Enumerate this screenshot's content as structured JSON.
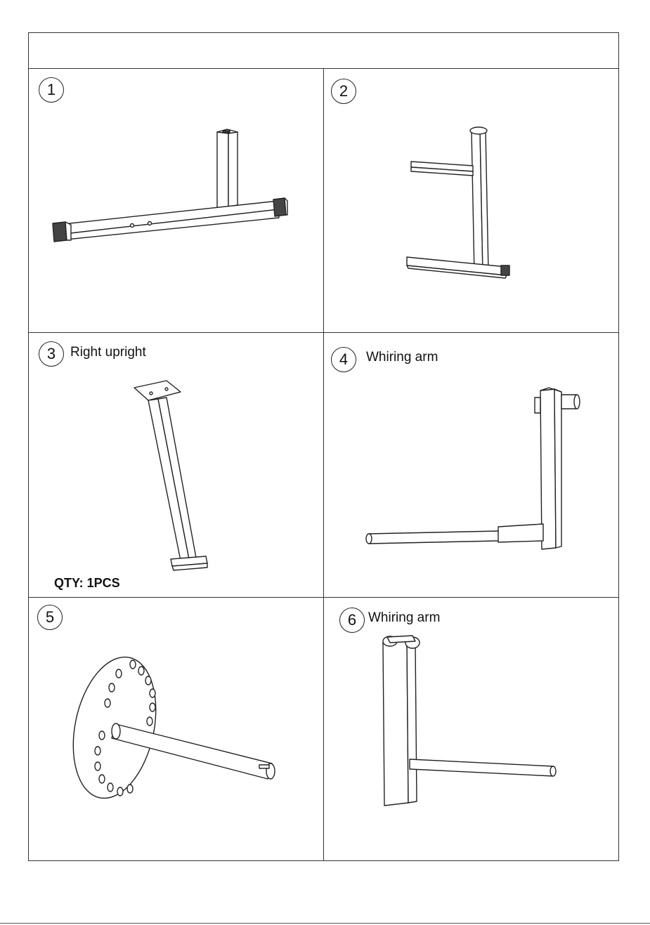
{
  "parts": [
    {
      "number": "1",
      "label": ""
    },
    {
      "number": "2",
      "label": ""
    },
    {
      "number": "3",
      "label": "Right upright",
      "qty": "QTY:  1PCS"
    },
    {
      "number": "4",
      "label": "Whiring arm"
    },
    {
      "number": "5",
      "label": ""
    },
    {
      "number": "6",
      "label": "Whiring arm"
    }
  ],
  "icons": {
    "part1": "t-base-frame-icon",
    "part2": "side-frame-icon",
    "part3": "upright-post-icon",
    "part4": "l-arm-icon",
    "part5": "disc-axle-icon",
    "part6": "l-arm-icon"
  },
  "colors": {
    "line": "#222222",
    "background": "#ffffff"
  }
}
